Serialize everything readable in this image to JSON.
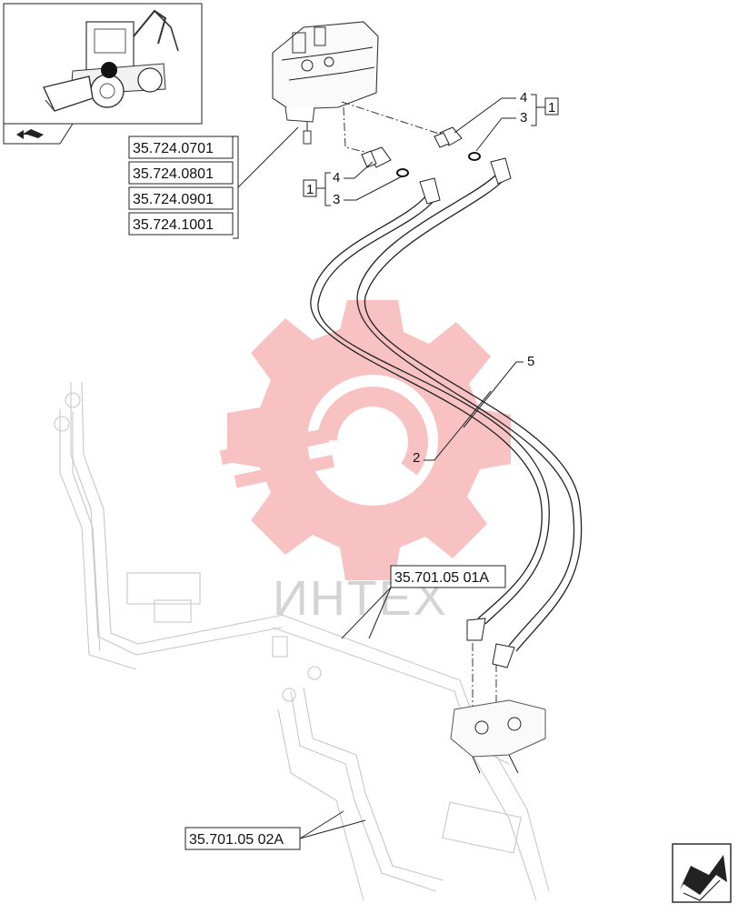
{
  "references": {
    "upper": [
      "35.724.0701",
      "35.724.0801",
      "35.724.0901",
      "35.724.1001"
    ],
    "middle": "35.701.05 01A",
    "lower": "35.701.05 02A"
  },
  "callouts": {
    "right_group": {
      "top": "4",
      "bottom": "3",
      "box": "1"
    },
    "left_group": {
      "top": "4",
      "bottom": "3",
      "box": "1"
    },
    "hose_outer": "5",
    "hose_inner": "2"
  },
  "watermark": {
    "text": "ИНТЕХ",
    "color": "#f08080"
  },
  "icons": {
    "thumbnail": "backhoe-loader-icon",
    "thumbnail_arrow": "direction-arrow-icon",
    "corner": "next-page-arrow-icon"
  }
}
